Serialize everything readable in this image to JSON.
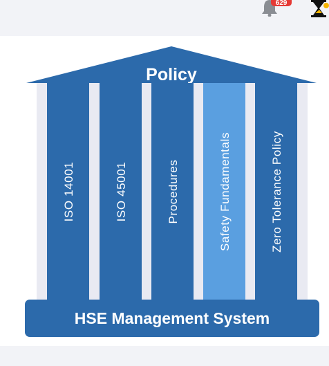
{
  "header": {
    "notification_count": "629",
    "icons": [
      "bell-icon",
      "hourglass-icon"
    ]
  },
  "diagram": {
    "roof_label": "Policy",
    "pillars": [
      {
        "label": "ISO 14001",
        "color": "#2c6aab"
      },
      {
        "label": "ISO 45001",
        "color": "#2c6aab"
      },
      {
        "label": "Procedures",
        "color": "#2c6aab"
      },
      {
        "label": "Safety Fundamentals",
        "color": "#5a9fe0"
      },
      {
        "label": "Zero Tolerance Policy",
        "color": "#2c6aab"
      }
    ],
    "base_label": "HSE Management System"
  },
  "colors": {
    "primary": "#2c6aab",
    "highlight": "#5a9fe0",
    "badge": "#e53935",
    "background": "#f2f3f7"
  }
}
